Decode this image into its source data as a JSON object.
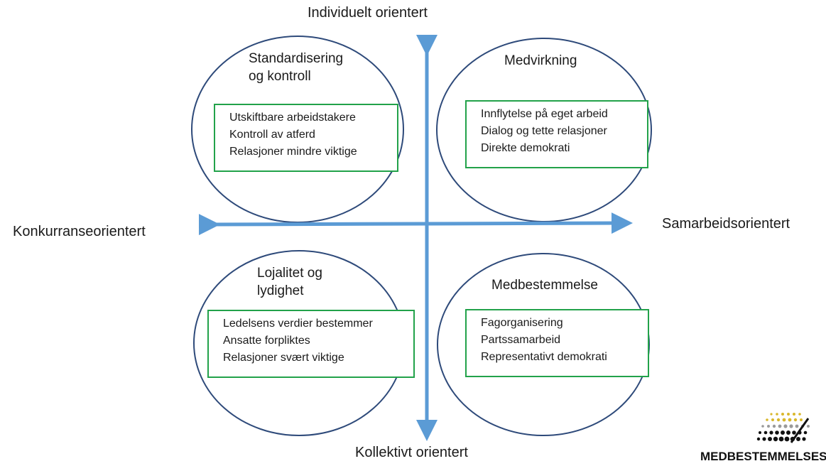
{
  "axes": {
    "top": "Individuelt orientert",
    "bottom": "Kollektivt orientert",
    "left": "Konkurranseorientert",
    "right": "Samarbeidsorientert"
  },
  "quadrants": {
    "top_left": {
      "title_lines": [
        "Standardisering",
        "og kontroll"
      ],
      "items": [
        "Utskiftbare arbeidstakere",
        "Kontroll av atferd",
        "Relasjoner mindre viktige"
      ]
    },
    "top_right": {
      "title_lines": [
        "Medvirkning"
      ],
      "items": [
        "Innflytelse på eget arbeid",
        "Dialog og tette relasjoner",
        "Direkte demokrati"
      ]
    },
    "bottom_left": {
      "title_lines": [
        "Lojalitet og",
        "lydighet"
      ],
      "items": [
        "Ledelsens verdier bestemmer",
        "Ansatte forpliktes",
        "Relasjoner svært viktige"
      ]
    },
    "bottom_right": {
      "title_lines": [
        "Medbestemmelse"
      ],
      "items": [
        "Fagorganisering",
        "Partssamarbeid",
        "Representativt demokrati"
      ]
    }
  },
  "logo": {
    "text": "MEDBESTEMMELSESBA"
  },
  "colors": {
    "axis": "#5b9bd5",
    "circle": "#2e4a7a",
    "box": "#22a24a",
    "logo_dots": "#d9b82c"
  }
}
